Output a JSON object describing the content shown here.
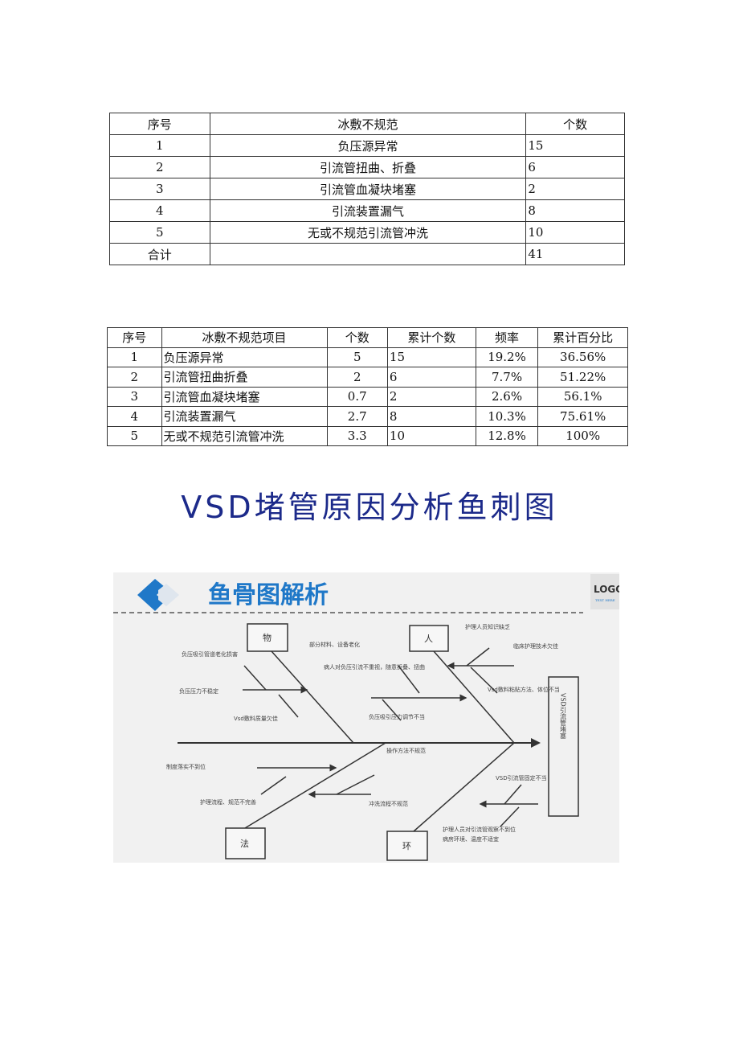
{
  "table1": {
    "headers": [
      "序号",
      "冰敷不规范",
      "个数"
    ],
    "rows": [
      [
        "1",
        "负压源异常",
        "15"
      ],
      [
        "2",
        "引流管扭曲、折叠",
        "6"
      ],
      [
        "3",
        "引流管血凝块堵塞",
        "2"
      ],
      [
        "4",
        "引流装置漏气",
        "8"
      ],
      [
        "5",
        "无或不规范引流管冲洗",
        "10"
      ],
      [
        "合计",
        "",
        "41"
      ]
    ]
  },
  "table2": {
    "headers": [
      "序号",
      "冰敷不规范项目",
      "个数",
      "累计个数",
      "频率",
      "累计百分比"
    ],
    "rows": [
      [
        "1",
        "负压源异常",
        "5",
        "15",
        "19.2%",
        "36.56%"
      ],
      [
        "2",
        "引流管扭曲折叠",
        "2",
        "6",
        "7.7%",
        "51.22%"
      ],
      [
        "3",
        "引流管血凝块堵塞",
        "0.7",
        "2",
        "2.6%",
        "56.1%"
      ],
      [
        "4",
        "引流装置漏气",
        "2.7",
        "8",
        "10.3%",
        "75.61%"
      ],
      [
        "5",
        "无或不规范引流管冲洗",
        "3.3",
        "10",
        "12.8%",
        "100%"
      ]
    ]
  },
  "title": "VSD堵管原因分析鱼刺图",
  "fishbone": {
    "header_title": "鱼骨图解析",
    "logo": "LOGO",
    "logo_sub": "TEXT HERE",
    "head": "VSD引流管堵塞",
    "categories": {
      "material": "物",
      "people": "人",
      "method": "法",
      "environment": "环"
    },
    "labels": {
      "m1": "负压吸引管道老化损害",
      "m2": "负压压力不稳定",
      "m3": "Vsd敷料质量欠佳",
      "m4": "部分材料、设备老化",
      "p1": "病人对负压引流不重视，随意折叠、扭曲",
      "p2": "护理人员知识缺乏",
      "p3": "临床护理技术欠佳",
      "p4": "Vsd敷料粘贴方法、体位不当",
      "p5": "负压吸引压力调节不当",
      "h1": "病房环境、温度不适宜",
      "h2": "VSD引流管固定不当",
      "h3": "护理人员对引流管观察不到位",
      "f1": "制度落实不到位",
      "f2": "护理流程、规范不完善",
      "f3": "操作方法不规范",
      "f4": "冲洗流程不规范"
    },
    "accent_color": "#1f78c8"
  }
}
